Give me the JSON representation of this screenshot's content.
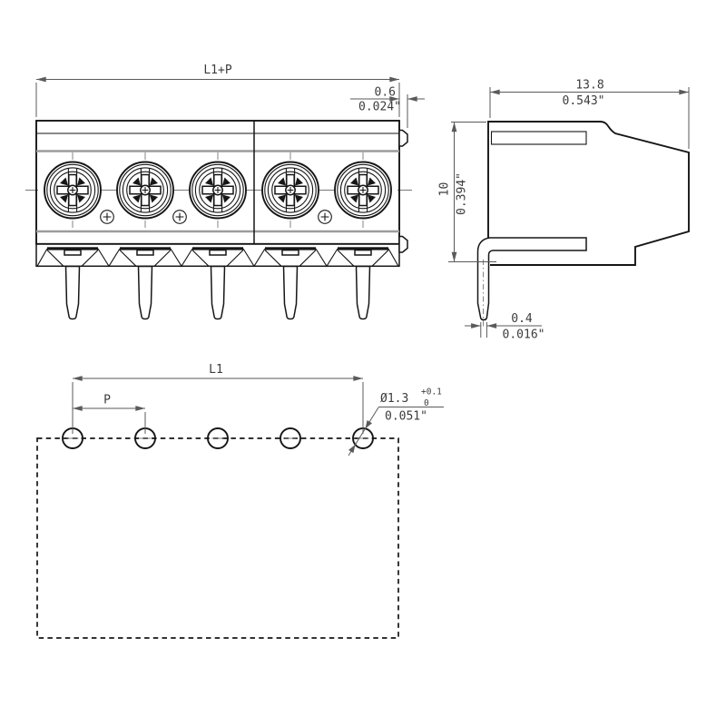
{
  "drawing": {
    "kind": "terminal-block-technical-drawing",
    "colors": {
      "outline": "#161616",
      "dimension_line": "#5a5a5a",
      "dimension_text": "#3c3c3c",
      "groove_gray": "#9c9c9c"
    },
    "front_view": {
      "poles": 5,
      "dim_total_width": {
        "label": "L1+P"
      },
      "dim_flange": {
        "mm": "0.6",
        "inch": "0.024\""
      }
    },
    "side_view": {
      "dim_depth": {
        "mm": "13.8",
        "inch": "0.543\""
      },
      "dim_height": {
        "mm": "10",
        "inch": "0.394\""
      },
      "dim_pin": {
        "mm": "0.4",
        "inch": "0.016\""
      }
    },
    "footprint_view": {
      "holes": 5,
      "dim_span": {
        "label": "L1"
      },
      "dim_pitch": {
        "label": "P"
      },
      "dim_hole": {
        "label": "Ø1.3",
        "tol_plus": "+0.1",
        "tol_minus": "0",
        "inch": "0.051\""
      }
    }
  }
}
